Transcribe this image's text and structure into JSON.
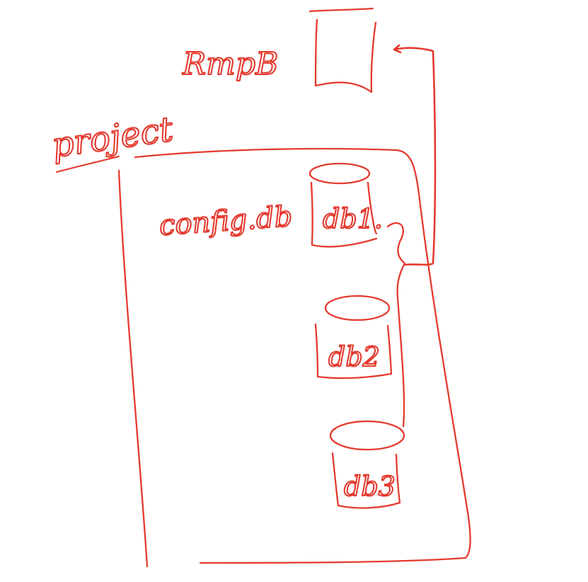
{
  "diagram": {
    "ink_color": "#e53a2f",
    "background": "#ffffff",
    "labels": {
      "rmpb": "RmpB",
      "project": "project",
      "config": "config.db",
      "db1": "db1.",
      "db2": "db2",
      "db3": "db3"
    }
  }
}
